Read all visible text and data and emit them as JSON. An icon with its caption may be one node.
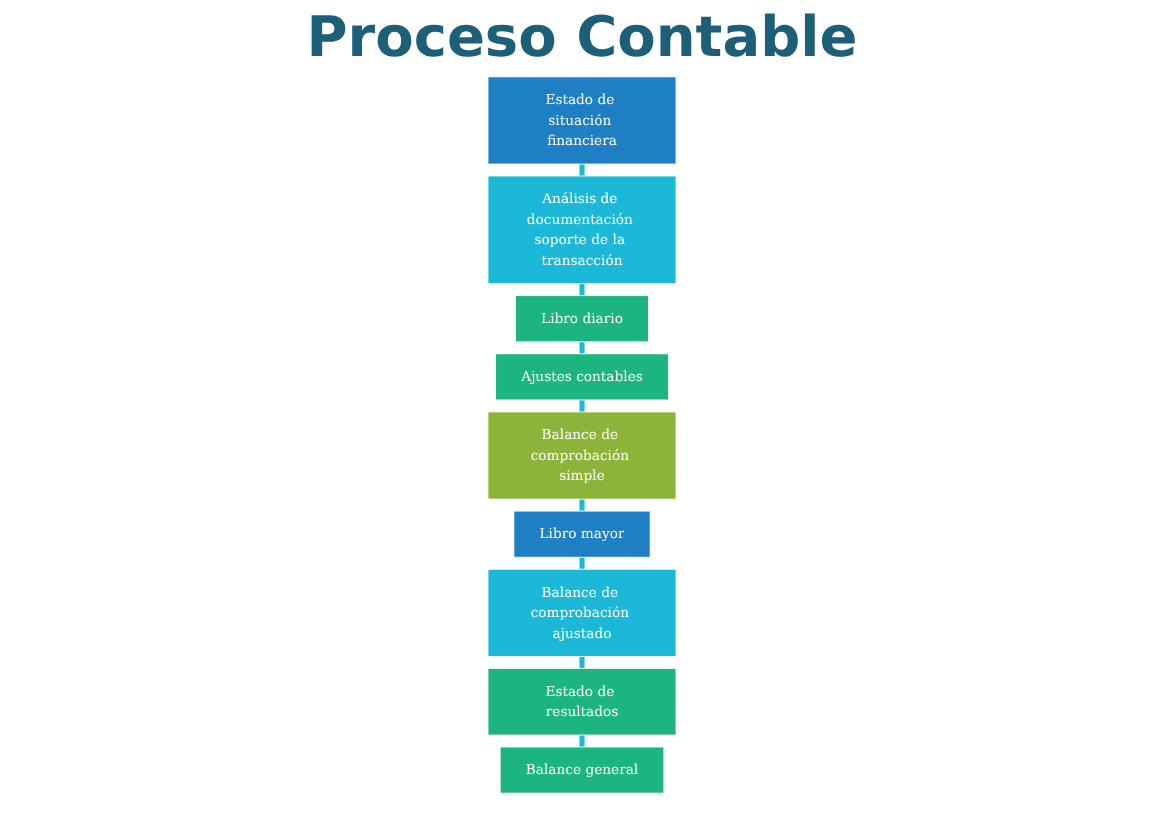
{
  "diagram": {
    "title": "Proceso Contable",
    "nodes": [
      {
        "text": [
          "Estado de situación financiera"
        ]
      },
      {
        "text": [
          "Libro mayor"
        ]
      },
      {
        "text": [
          "Balance de comprobación ajustado"
        ]
      },
      {
        "text": [
          "Análisis de documentación soporte de la transacción"
        ]
      },
      {
        "text": [
          "Balance de comprobación simple"
        ]
      },
      {
        "text": [
          "Estado de resultados"
        ]
      },
      {
        "text": [
          "Libro diario"
        ]
      },
      {
        "text": [
          "Ajustes contables"
        ]
      },
      {
        "text": [
          "Balance general"
        ]
      }
    ],
    "edges": [
      {
        "from": 0,
        "to": 3,
        "arrow": "none"
      },
      {
        "from": 3,
        "to": 6,
        "arrow": "none"
      },
      {
        "from": 6,
        "to": 7,
        "arrow": "none"
      },
      {
        "from": 7,
        "to": 4,
        "arrow": "none"
      },
      {
        "from": 4,
        "to": 1,
        "arrow": "none"
      },
      {
        "from": 1,
        "to": 2,
        "arrow": "none"
      },
      {
        "from": 2,
        "to": 5,
        "arrow": "none"
      },
      {
        "from": 5,
        "to": 8,
        "arrow": "none"
      }
    ]
  }
}
